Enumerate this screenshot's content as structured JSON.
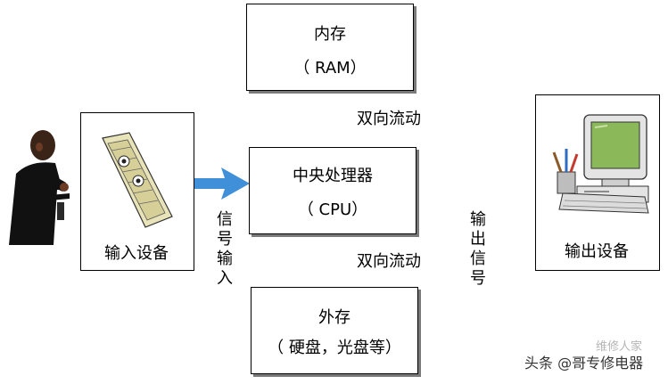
{
  "boxes": {
    "memory": {
      "title": "内存",
      "subtitle": "（ RAM）"
    },
    "cpu": {
      "title": "中央处理器",
      "subtitle": "（ CPU）"
    },
    "storage": {
      "title": "外存",
      "subtitle": "（ 硬盘，光盘等）"
    },
    "input": {
      "label": "输入设备"
    },
    "output": {
      "label": "输出设备"
    }
  },
  "labels": {
    "bidirectional_top": "双向流动",
    "bidirectional_bottom": "双向流动",
    "signal_input": [
      "信",
      "号",
      "输",
      "入"
    ],
    "signal_output": [
      "输",
      "出",
      "信",
      "号"
    ]
  },
  "footer": {
    "watermark": "维修人家",
    "credit": "头条 @哥专修电器"
  },
  "colors": {
    "arrow": "#3f8fd9",
    "box_border": "#000000",
    "shadow": "#7a7a7a"
  },
  "icons": [
    "person-icon",
    "keyboard-icon",
    "computer-icon"
  ]
}
